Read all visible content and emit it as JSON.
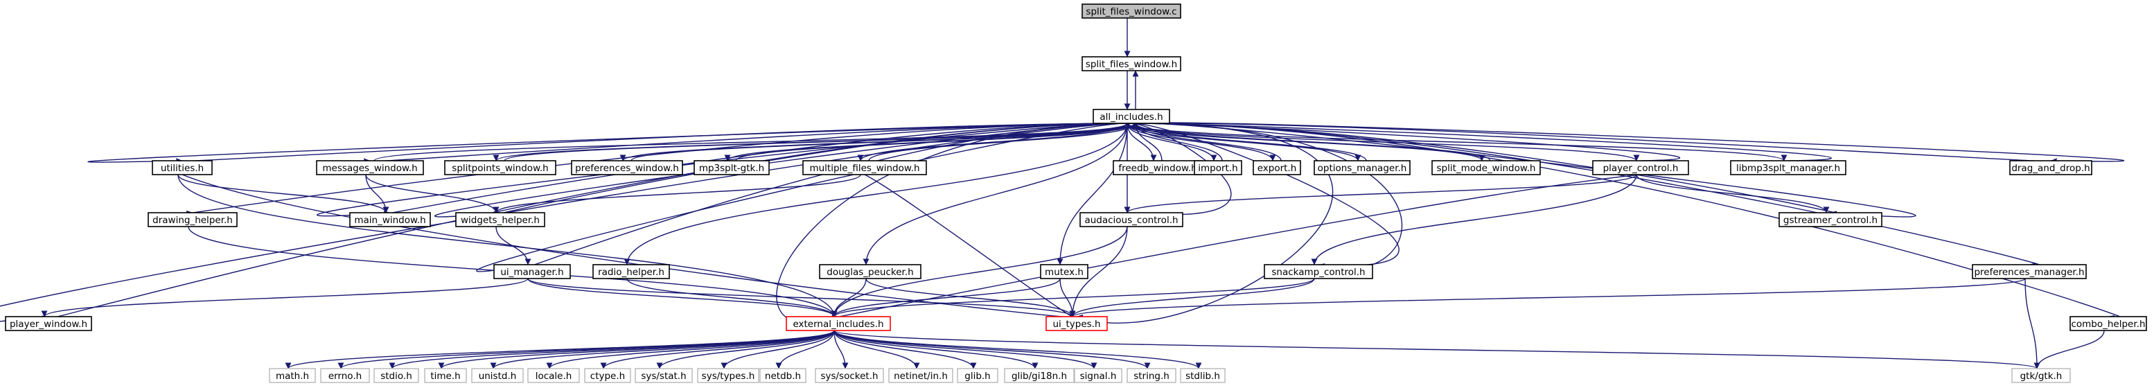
{
  "graph": {
    "colors": {
      "edge": "#191970",
      "node_border": "#000000",
      "node_border_system": "#bfbfbf",
      "node_border_highlight": "#ff0000",
      "root_fill": "#bfbfbf",
      "node_fill": "#ffffff",
      "text": "#000000"
    },
    "nodes": [
      {
        "id": "split_files_window_c",
        "label": "split_files_window.c",
        "kind": "root"
      },
      {
        "id": "split_files_window_h",
        "label": "split_files_window.h",
        "kind": "header"
      },
      {
        "id": "all_includes_h",
        "label": "all_includes.h",
        "kind": "header"
      },
      {
        "id": "utilities_h",
        "label": "utilities.h",
        "kind": "header"
      },
      {
        "id": "messages_window_h",
        "label": "messages_window.h",
        "kind": "header"
      },
      {
        "id": "splitpoints_window_h",
        "label": "splitpoints_window.h",
        "kind": "header"
      },
      {
        "id": "preferences_window_h",
        "label": "preferences_window.h",
        "kind": "header"
      },
      {
        "id": "mp3splt_gtk_h",
        "label": "mp3splt-gtk.h",
        "kind": "header"
      },
      {
        "id": "multiple_files_window_h",
        "label": "multiple_files_window.h",
        "kind": "header"
      },
      {
        "id": "freedb_window_h",
        "label": "freedb_window.h",
        "kind": "header"
      },
      {
        "id": "import_h",
        "label": "import.h",
        "kind": "header"
      },
      {
        "id": "export_h",
        "label": "export.h",
        "kind": "header"
      },
      {
        "id": "options_manager_h",
        "label": "options_manager.h",
        "kind": "header"
      },
      {
        "id": "split_mode_window_h",
        "label": "split_mode_window.h",
        "kind": "header"
      },
      {
        "id": "player_control_h",
        "label": "player_control.h",
        "kind": "header"
      },
      {
        "id": "libmp3splt_manager_h",
        "label": "libmp3splt_manager.h",
        "kind": "header"
      },
      {
        "id": "drag_and_drop_h",
        "label": "drag_and_drop.h",
        "kind": "header"
      },
      {
        "id": "drawing_helper_h",
        "label": "drawing_helper.h",
        "kind": "header"
      },
      {
        "id": "main_window_h",
        "label": "main_window.h",
        "kind": "header"
      },
      {
        "id": "widgets_helper_h",
        "label": "widgets_helper.h",
        "kind": "header"
      },
      {
        "id": "audacious_control_h",
        "label": "audacious_control.h",
        "kind": "header"
      },
      {
        "id": "gstreamer_control_h",
        "label": "gstreamer_control.h",
        "kind": "header"
      },
      {
        "id": "ui_manager_h",
        "label": "ui_manager.h",
        "kind": "header"
      },
      {
        "id": "radio_helper_h",
        "label": "radio_helper.h",
        "kind": "header"
      },
      {
        "id": "douglas_peucker_h",
        "label": "douglas_peucker.h",
        "kind": "header"
      },
      {
        "id": "mutex_h",
        "label": "mutex.h",
        "kind": "header"
      },
      {
        "id": "snackamp_control_h",
        "label": "snackamp_control.h",
        "kind": "header"
      },
      {
        "id": "preferences_manager_h",
        "label": "preferences_manager.h",
        "kind": "header"
      },
      {
        "id": "player_window_h",
        "label": "player_window.h",
        "kind": "header"
      },
      {
        "id": "external_includes_h",
        "label": "external_includes.h",
        "kind": "highlight"
      },
      {
        "id": "ui_types_h",
        "label": "ui_types.h",
        "kind": "highlight"
      },
      {
        "id": "combo_helper_h",
        "label": "combo_helper.h",
        "kind": "header"
      },
      {
        "id": "math_h",
        "label": "math.h",
        "kind": "system"
      },
      {
        "id": "errno_h",
        "label": "errno.h",
        "kind": "system"
      },
      {
        "id": "stdio_h",
        "label": "stdio.h",
        "kind": "system"
      },
      {
        "id": "time_h",
        "label": "time.h",
        "kind": "system"
      },
      {
        "id": "unistd_h",
        "label": "unistd.h",
        "kind": "system"
      },
      {
        "id": "locale_h",
        "label": "locale.h",
        "kind": "system"
      },
      {
        "id": "ctype_h",
        "label": "ctype.h",
        "kind": "system"
      },
      {
        "id": "sys_stat_h",
        "label": "sys/stat.h",
        "kind": "system"
      },
      {
        "id": "sys_types_h",
        "label": "sys/types.h",
        "kind": "system"
      },
      {
        "id": "netdb_h",
        "label": "netdb.h",
        "kind": "system"
      },
      {
        "id": "sys_socket_h",
        "label": "sys/socket.h",
        "kind": "system"
      },
      {
        "id": "netinet_in_h",
        "label": "netinet/in.h",
        "kind": "system"
      },
      {
        "id": "glib_h",
        "label": "glib.h",
        "kind": "system"
      },
      {
        "id": "glib_gi18n_h",
        "label": "glib/gi18n.h",
        "kind": "system"
      },
      {
        "id": "signal_h",
        "label": "signal.h",
        "kind": "system"
      },
      {
        "id": "string_h",
        "label": "string.h",
        "kind": "system"
      },
      {
        "id": "stdlib_h",
        "label": "stdlib.h",
        "kind": "system"
      },
      {
        "id": "gtk_gtk_h",
        "label": "gtk/gtk.h",
        "kind": "system"
      }
    ],
    "edges": [
      [
        "split_files_window_c",
        "split_files_window_h"
      ],
      [
        "split_files_window_h",
        "all_includes_h"
      ],
      [
        "all_includes_h",
        "split_files_window_h"
      ],
      [
        "all_includes_h",
        "utilities_h"
      ],
      [
        "all_includes_h",
        "messages_window_h"
      ],
      [
        "all_includes_h",
        "splitpoints_window_h"
      ],
      [
        "all_includes_h",
        "preferences_window_h"
      ],
      [
        "all_includes_h",
        "mp3splt_gtk_h"
      ],
      [
        "all_includes_h",
        "multiple_files_window_h"
      ],
      [
        "all_includes_h",
        "freedb_window_h"
      ],
      [
        "all_includes_h",
        "import_h"
      ],
      [
        "all_includes_h",
        "export_h"
      ],
      [
        "all_includes_h",
        "options_manager_h"
      ],
      [
        "all_includes_h",
        "split_mode_window_h"
      ],
      [
        "all_includes_h",
        "player_control_h"
      ],
      [
        "all_includes_h",
        "libmp3splt_manager_h"
      ],
      [
        "all_includes_h",
        "drag_and_drop_h"
      ],
      [
        "all_includes_h",
        "drawing_helper_h"
      ],
      [
        "all_includes_h",
        "main_window_h"
      ],
      [
        "all_includes_h",
        "widgets_helper_h"
      ],
      [
        "all_includes_h",
        "audacious_control_h"
      ],
      [
        "all_includes_h",
        "gstreamer_control_h"
      ],
      [
        "all_includes_h",
        "ui_manager_h"
      ],
      [
        "all_includes_h",
        "radio_helper_h"
      ],
      [
        "all_includes_h",
        "douglas_peucker_h"
      ],
      [
        "all_includes_h",
        "mutex_h"
      ],
      [
        "all_includes_h",
        "snackamp_control_h"
      ],
      [
        "all_includes_h",
        "preferences_manager_h"
      ],
      [
        "all_includes_h",
        "player_window_h"
      ],
      [
        "all_includes_h",
        "external_includes_h"
      ],
      [
        "all_includes_h",
        "ui_types_h"
      ],
      [
        "all_includes_h",
        "combo_helper_h"
      ],
      [
        "utilities_h",
        "all_includes_h"
      ],
      [
        "utilities_h",
        "main_window_h"
      ],
      [
        "utilities_h",
        "external_includes_h"
      ],
      [
        "utilities_h",
        "ui_types_h"
      ],
      [
        "messages_window_h",
        "all_includes_h"
      ],
      [
        "messages_window_h",
        "main_window_h"
      ],
      [
        "messages_window_h",
        "widgets_helper_h"
      ],
      [
        "splitpoints_window_h",
        "all_includes_h"
      ],
      [
        "preferences_window_h",
        "all_includes_h"
      ],
      [
        "mp3splt_gtk_h",
        "all_includes_h"
      ],
      [
        "multiple_files_window_h",
        "all_includes_h"
      ],
      [
        "multiple_files_window_h",
        "widgets_helper_h"
      ],
      [
        "multiple_files_window_h",
        "ui_types_h"
      ],
      [
        "freedb_window_h",
        "all_includes_h"
      ],
      [
        "import_h",
        "all_includes_h"
      ],
      [
        "export_h",
        "all_includes_h"
      ],
      [
        "options_manager_h",
        "all_includes_h"
      ],
      [
        "split_mode_window_h",
        "all_includes_h"
      ],
      [
        "player_control_h",
        "all_includes_h"
      ],
      [
        "player_control_h",
        "audacious_control_h"
      ],
      [
        "player_control_h",
        "gstreamer_control_h"
      ],
      [
        "player_control_h",
        "snackamp_control_h"
      ],
      [
        "player_control_h",
        "external_includes_h"
      ],
      [
        "libmp3splt_manager_h",
        "all_includes_h"
      ],
      [
        "drag_and_drop_h",
        "all_includes_h"
      ],
      [
        "drawing_helper_h",
        "external_includes_h"
      ],
      [
        "main_window_h",
        "all_includes_h"
      ],
      [
        "widgets_helper_h",
        "all_includes_h"
      ],
      [
        "widgets_helper_h",
        "ui_manager_h"
      ],
      [
        "audacious_control_h",
        "all_includes_h"
      ],
      [
        "audacious_control_h",
        "external_includes_h"
      ],
      [
        "audacious_control_h",
        "ui_types_h"
      ],
      [
        "gstreamer_control_h",
        "all_includes_h"
      ],
      [
        "ui_manager_h",
        "all_includes_h"
      ],
      [
        "ui_manager_h",
        "player_window_h"
      ],
      [
        "ui_manager_h",
        "external_includes_h"
      ],
      [
        "ui_manager_h",
        "ui_types_h"
      ],
      [
        "radio_helper_h",
        "external_includes_h"
      ],
      [
        "douglas_peucker_h",
        "external_includes_h"
      ],
      [
        "douglas_peucker_h",
        "ui_types_h"
      ],
      [
        "mutex_h",
        "external_includes_h"
      ],
      [
        "mutex_h",
        "ui_types_h"
      ],
      [
        "snackamp_control_h",
        "all_includes_h"
      ],
      [
        "snackamp_control_h",
        "external_includes_h"
      ],
      [
        "snackamp_control_h",
        "ui_types_h"
      ],
      [
        "preferences_manager_h",
        "ui_types_h"
      ],
      [
        "preferences_manager_h",
        "gtk_gtk_h"
      ],
      [
        "player_window_h",
        "all_includes_h"
      ],
      [
        "combo_helper_h",
        "gtk_gtk_h"
      ],
      [
        "external_includes_h",
        "math_h"
      ],
      [
        "external_includes_h",
        "errno_h"
      ],
      [
        "external_includes_h",
        "stdio_h"
      ],
      [
        "external_includes_h",
        "time_h"
      ],
      [
        "external_includes_h",
        "unistd_h"
      ],
      [
        "external_includes_h",
        "locale_h"
      ],
      [
        "external_includes_h",
        "ctype_h"
      ],
      [
        "external_includes_h",
        "sys_stat_h"
      ],
      [
        "external_includes_h",
        "sys_types_h"
      ],
      [
        "external_includes_h",
        "netdb_h"
      ],
      [
        "external_includes_h",
        "sys_socket_h"
      ],
      [
        "external_includes_h",
        "netinet_in_h"
      ],
      [
        "external_includes_h",
        "glib_h"
      ],
      [
        "external_includes_h",
        "glib_gi18n_h"
      ],
      [
        "external_includes_h",
        "signal_h"
      ],
      [
        "external_includes_h",
        "string_h"
      ],
      [
        "external_includes_h",
        "stdlib_h"
      ],
      [
        "external_includes_h",
        "gtk_gtk_h"
      ]
    ]
  }
}
